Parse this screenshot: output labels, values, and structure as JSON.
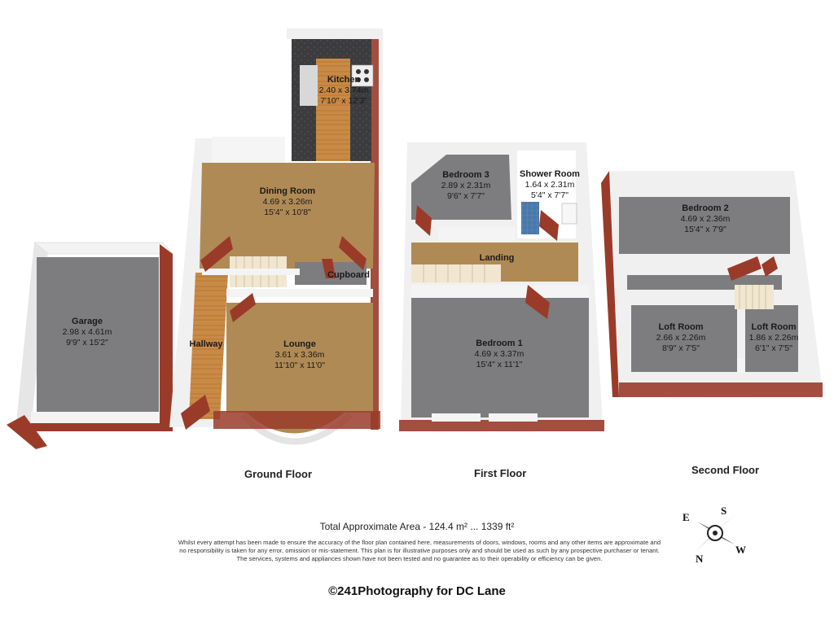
{
  "rooms": {
    "kitchen": {
      "name": "Kitchen",
      "metric": "2.40 x 3.74m",
      "imperial": "7'10\" x 12'3\""
    },
    "dining": {
      "name": "Dining Room",
      "metric": "4.69 x 3.26m",
      "imperial": "15'4\" x 10'8\""
    },
    "cupboard": {
      "name": "Cupboard"
    },
    "hallway": {
      "name": "Hallway"
    },
    "lounge": {
      "name": "Lounge",
      "metric": "3.61 x 3.36m",
      "imperial": "11'10\" x 11'0\""
    },
    "garage": {
      "name": "Garage",
      "metric": "2.98 x 4.61m",
      "imperial": "9'9\" x 15'2\""
    },
    "bedroom3": {
      "name": "Bedroom 3",
      "metric": "2.89 x 2.31m",
      "imperial": "9'6\" x 7'7\""
    },
    "shower": {
      "name": "Shower Room",
      "metric": "1.64 x 2.31m",
      "imperial": "5'4\" x 7'7\""
    },
    "landing": {
      "name": "Landing"
    },
    "bedroom1": {
      "name": "Bedroom 1",
      "metric": "4.69 x 3.37m",
      "imperial": "15'4\" x 11'1\""
    },
    "bedroom2": {
      "name": "Bedroom 2",
      "metric": "4.69 x 2.36m",
      "imperial": "15'4\" x 7'9\""
    },
    "loft1": {
      "name": "Loft Room",
      "metric": "2.66 x 2.26m",
      "imperial": "8'9\" x 7'5\""
    },
    "loft2": {
      "name": "Loft Room",
      "metric": "1.86 x 2.26m",
      "imperial": "6'1\" x 7'5\""
    }
  },
  "floors": {
    "ground": "Ground Floor",
    "first": "First Floor",
    "second": "Second Floor"
  },
  "area_text": "Total Approximate Area - 124.4 m² ... 1339 ft²",
  "disclaimer": [
    "Whilst every attempt has been made to ensure the accuracy of the floor plan contained here, measurements of doors, windows, rooms and any other items are approximate and",
    "no responsibility is taken for any error, omission or mis-statement.  This plan is for illustrative purposes only and should be used as such by any prospective purchaser or tenant.",
    "The services, systems and appliances shown have not been tested and no guarantee as to their operability or efficiency can be given."
  ],
  "credit": "©241Photography for DC Lane",
  "compass": {
    "n": "N",
    "s": "S",
    "e": "E",
    "w": "W"
  },
  "colors": {
    "carpet_brown": "#b08a55",
    "carpet_grey": "#7d7d80",
    "wood": "#c98a45",
    "brick": "#9a3b2a",
    "wall": "#f4f4f4",
    "worktop": "#3a3a3c"
  }
}
